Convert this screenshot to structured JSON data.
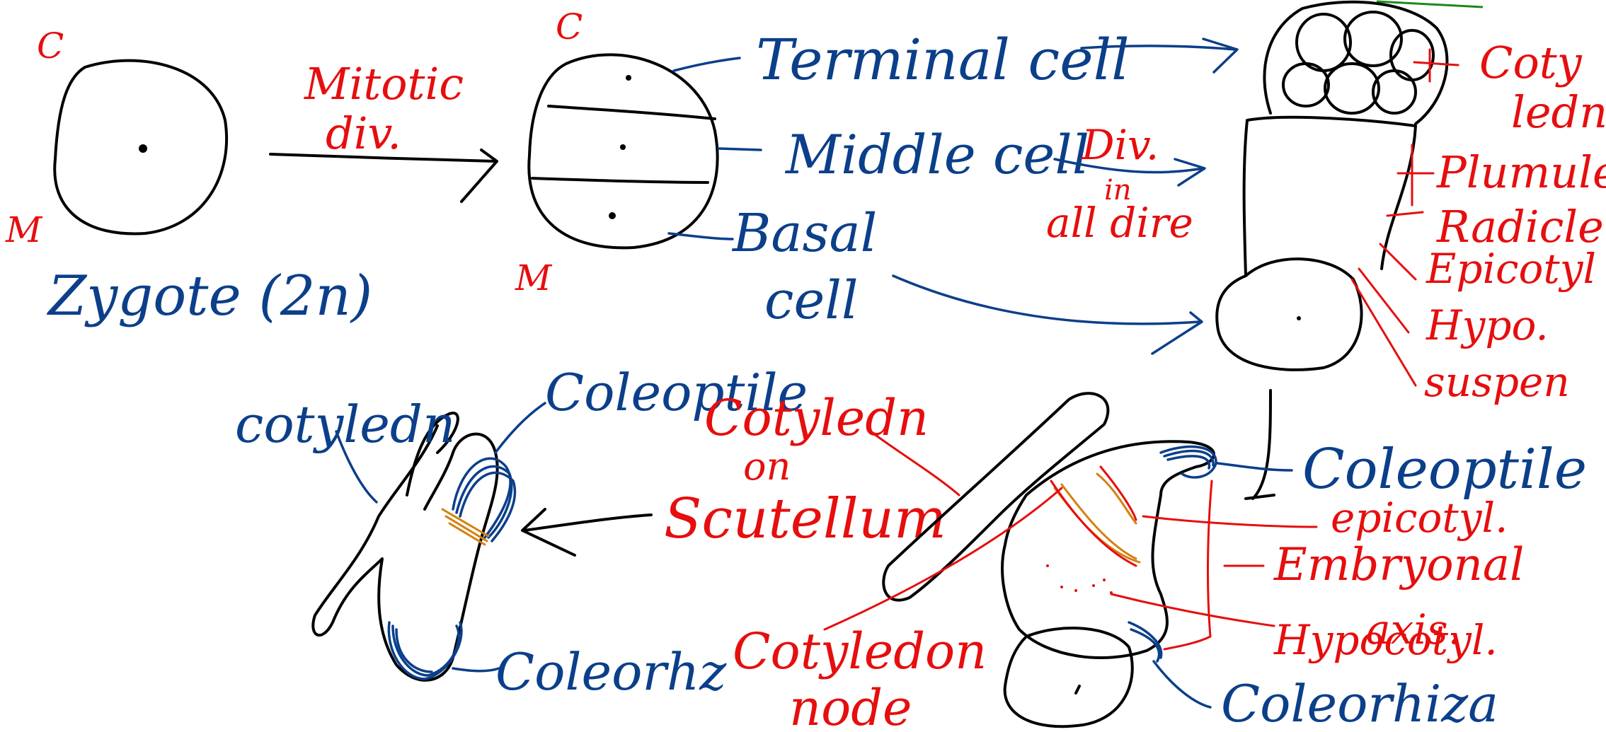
{
  "colors": {
    "blue_ink": "#0b3f8a",
    "red_ink": "#e60e0e",
    "black_ink": "#000000",
    "orange_ink": "#d4800f",
    "green_ink": "#1a8a1a"
  },
  "zygote": {
    "label_c": "C",
    "label_m": "M",
    "name": "Zygote (2n)"
  },
  "division": {
    "label_line1": "Mitotic",
    "label_line2": "div."
  },
  "three_cell": {
    "label_c": "C",
    "label_m": "M",
    "terminal": "Terminal cell",
    "middle": "Middle cell",
    "basal_line1": "Basal",
    "basal_line2": "cell"
  },
  "all_dir": {
    "line1": "Div.",
    "line2": "in",
    "line3": "all dire"
  },
  "proembryo_labels": {
    "cotyledon_line1": "Coty",
    "cotyledon_line2": "ledn",
    "plumule": "Plumule",
    "radicle": "Radicle",
    "epicotyl": "Epicotyl",
    "hypo": "Hypo.",
    "suspen": "suspen"
  },
  "mature_embryo": {
    "cotyledon": "cotyledn",
    "coleoptile": "Coleoptile",
    "coleorhiza": "Coleorhz"
  },
  "scutellum_note": {
    "line1": "Cotyledn",
    "line2": "on",
    "line3": "Scutellum"
  },
  "monocot_embryo": {
    "coleoptile": "Coleoptile",
    "epicotyl": "epicotyl.",
    "embryonal": "Embryonal",
    "axis": "axis.",
    "hypocotyl": "Hypocotyl.",
    "coleorhiza": "Coleorhiza",
    "node_line1": "Cotyledon",
    "node_line2": "node"
  }
}
